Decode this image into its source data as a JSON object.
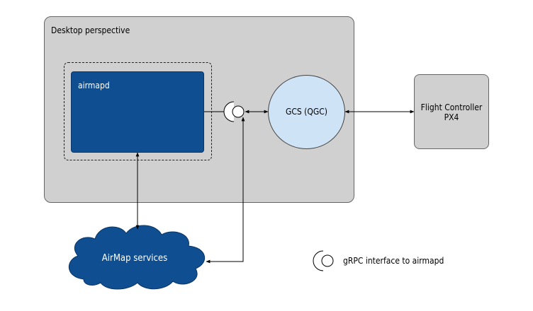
{
  "desktop": {
    "label": "Desktop perspective"
  },
  "airmapd": {
    "label": "airmapd"
  },
  "gcs": {
    "label": "GCS (QGC)"
  },
  "flight_controller": {
    "line1": "Flight Controller",
    "line2": "PX4"
  },
  "cloud": {
    "label": "AirMap services"
  },
  "legend": {
    "label": "gRPC interface to airmapd"
  },
  "colors": {
    "desktop_bg": "#d0d0d0",
    "airmapd_bg": "#0f4f91",
    "gcs_bg": "#cfe3f6",
    "cloud_bg": "#0f4f91"
  }
}
